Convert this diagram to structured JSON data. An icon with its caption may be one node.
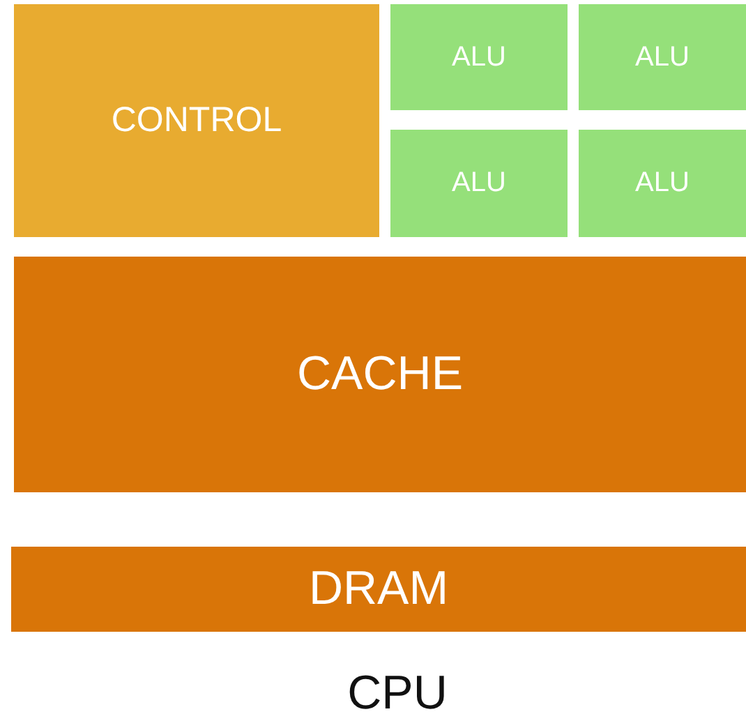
{
  "diagram": {
    "caption": "CPU",
    "nodes": [
      {
        "text": [
          "CONTROL"
        ]
      },
      {
        "text": [
          "ALU"
        ]
      },
      {
        "text": [
          "ALU"
        ]
      },
      {
        "text": [
          "ALU"
        ]
      },
      {
        "text": [
          "ALU"
        ]
      },
      {
        "text": [
          "CACHE"
        ]
      },
      {
        "text": [
          "DRAM"
        ]
      }
    ]
  }
}
